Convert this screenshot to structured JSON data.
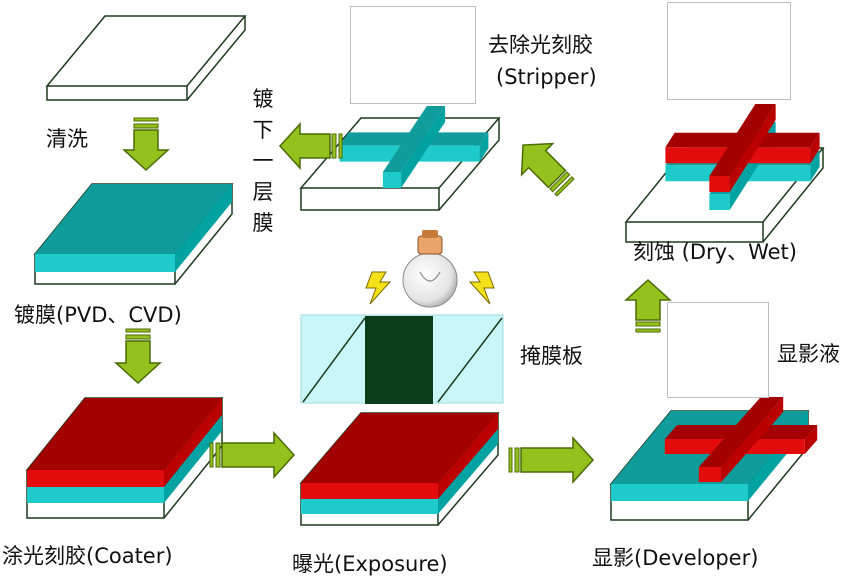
{
  "colors": {
    "teal_top": "#0f9c9a",
    "teal_side": "#1fcaca",
    "red_top": "#a30000",
    "red_side": "#e20c0c",
    "wire": "#1e3a1e",
    "arrow_fill": "#95c11f",
    "arrow_dark": "#4a6b05",
    "mask_fill": "#c9f6f8",
    "mask_bar": "#0b3d1a"
  },
  "steps": {
    "clean": "清洗",
    "deposit": "镀膜(PVD、CVD)",
    "coat": "涂光刻胶(Coater)",
    "expose": "曝光(Exposure)",
    "develop": "显影(Developer)",
    "etch": "刻蚀 (Dry、Wet)",
    "strip_line1": "去除光刻胶",
    "strip_line2": "(Stripper)",
    "next_layer": "镀下一层膜",
    "mask": "掩膜板",
    "developer_liquid": "显影液"
  }
}
